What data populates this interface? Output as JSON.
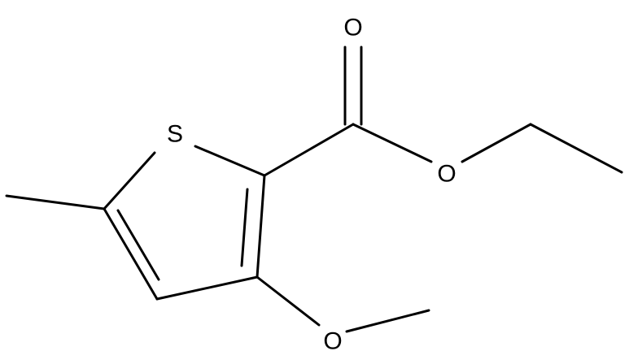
{
  "molecule": {
    "atoms": {
      "sulfur": "S",
      "carbonyl_oxygen": "O",
      "ester_oxygen": "O",
      "methoxy_oxygen": "O"
    }
  }
}
